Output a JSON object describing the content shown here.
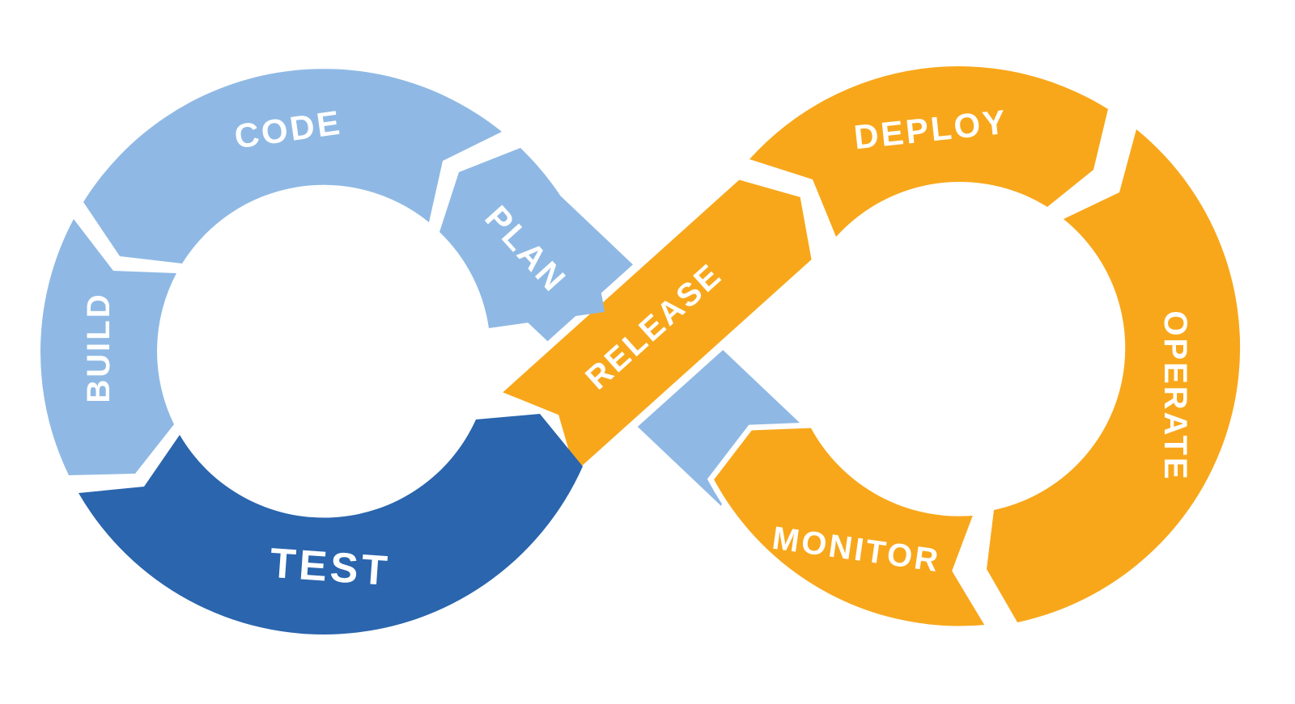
{
  "diagram": {
    "name": "devops-infinity-loop",
    "colors": {
      "light_blue": "#8FB9E4",
      "dark_blue": "#2A65AE",
      "orange": "#F8A71B",
      "label_text": "#FFFFFF",
      "background": "#FFFFFF"
    },
    "stages": [
      {
        "id": "plan",
        "label": "PLAN",
        "color": "light_blue"
      },
      {
        "id": "code",
        "label": "CODE",
        "color": "light_blue"
      },
      {
        "id": "build",
        "label": "BUILD",
        "color": "light_blue"
      },
      {
        "id": "test",
        "label": "TEST",
        "color": "dark_blue"
      },
      {
        "id": "release",
        "label": "RELEASE",
        "color": "orange"
      },
      {
        "id": "deploy",
        "label": "DEPLOY",
        "color": "orange"
      },
      {
        "id": "operate",
        "label": "OPERATE",
        "color": "orange"
      },
      {
        "id": "monitor",
        "label": "MONITOR",
        "color": "orange"
      }
    ]
  }
}
